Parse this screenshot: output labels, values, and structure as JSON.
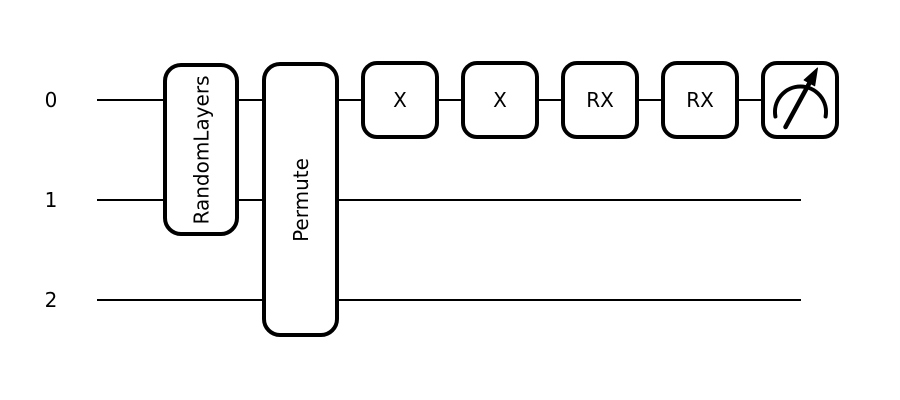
{
  "diagram": {
    "kind": "quantum-circuit",
    "wires": [
      {
        "label": "0"
      },
      {
        "label": "1"
      },
      {
        "label": "2"
      }
    ],
    "gates": [
      {
        "label": "RandomLayers",
        "spans_wires": "0-1"
      },
      {
        "label": "Permute",
        "spans_wires": "0-2"
      },
      {
        "label": "X",
        "wire": "0"
      },
      {
        "label": "X",
        "wire": "0"
      },
      {
        "label": "RX",
        "wire": "0"
      },
      {
        "label": "RX",
        "wire": "0"
      }
    ],
    "measurement": {
      "icon": "measurement-gauge-icon",
      "wire": "0"
    }
  },
  "colors": {
    "ink": "#000000",
    "background": "#ffffff"
  }
}
